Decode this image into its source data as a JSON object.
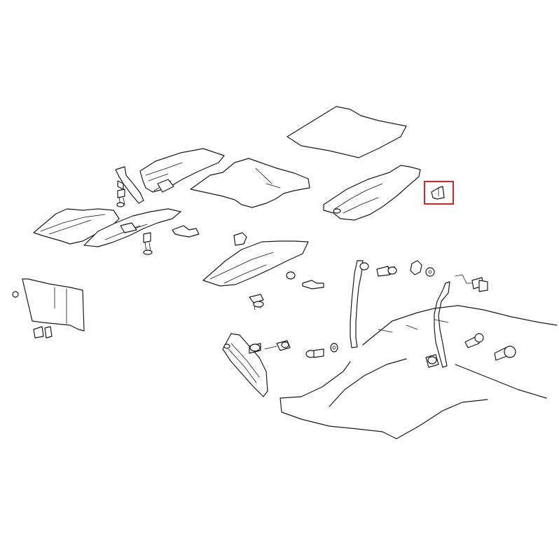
{
  "highlight": {
    "color": "#d9262a"
  },
  "colors": {
    "line": "#1a1a1a",
    "background": "#ffffff"
  },
  "parts": [
    "floor-mat-rear",
    "floor-mat-front",
    "bracket-left-upper",
    "tray-left-upper",
    "tray-left-lower",
    "bracket-center",
    "clip-small",
    "heat-shield-right",
    "heat-shield-center",
    "kick-panel-left",
    "accelerator-pedal",
    "pedal-rod-left",
    "pedal-rod-right",
    "floor-tunnel",
    "clip-highlighted"
  ]
}
